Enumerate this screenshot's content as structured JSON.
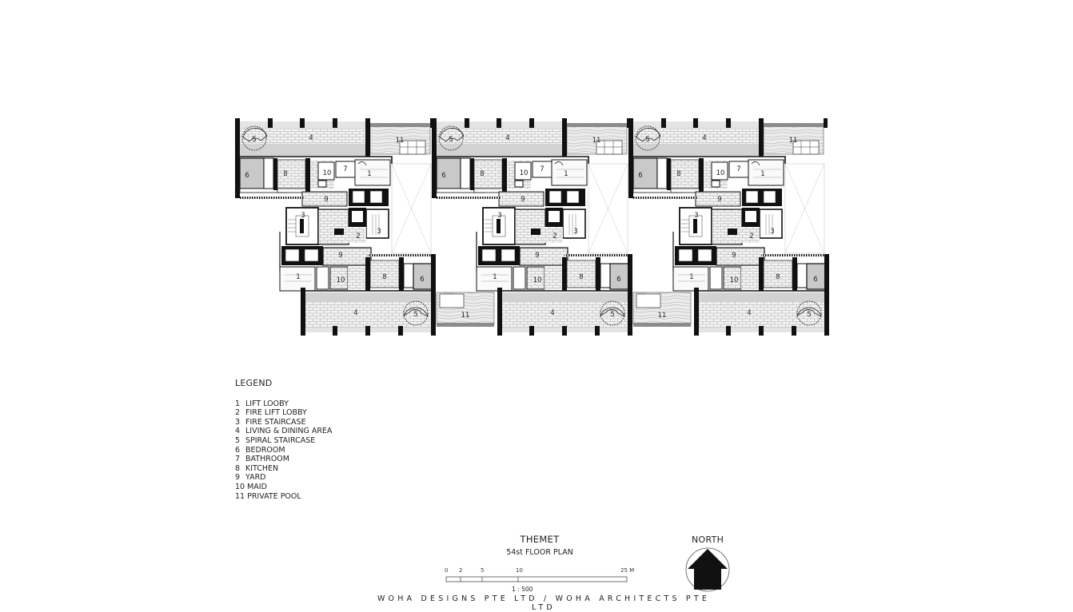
{
  "drawing": {
    "project_name": "THEMET",
    "sheet_title": "54st FLOOR PLAN",
    "scale_ratio": "1 : 500",
    "credit": "WOHA DESIGNS PTE LTD / WOHA ARCHITECTS PTE LTD"
  },
  "legend": {
    "title": "LEGEND",
    "items": [
      {
        "num": "1",
        "label": "LIFT LOOBY"
      },
      {
        "num": "2",
        "label": "FIRE LIFT LOBBY"
      },
      {
        "num": "3",
        "label": "FIRE STAIRCASE"
      },
      {
        "num": "4",
        "label": "LIVING & DINING AREA"
      },
      {
        "num": "5",
        "label": "SPIRAL STAIRCASE"
      },
      {
        "num": "6",
        "label": "BEDROOM"
      },
      {
        "num": "7",
        "label": "BATHROOM"
      },
      {
        "num": "8",
        "label": "KITCHEN"
      },
      {
        "num": "9",
        "label": "YARD"
      },
      {
        "num": "10",
        "label": "MAID"
      },
      {
        "num": "11",
        "label": "PRIVATE POOL"
      }
    ]
  },
  "scale_bar": {
    "ticks": [
      "0",
      "2",
      "5",
      "10",
      "25 M"
    ],
    "unit": "M"
  },
  "north_arrow": {
    "label": "NORTH",
    "icon": "north-arrow-icon"
  },
  "plan": {
    "modules": 3,
    "room_labels": {
      "living": "4",
      "spiral": "5",
      "bedroom": "6",
      "bath": "7",
      "kitchen": "8",
      "yard": "9",
      "maid": "10",
      "pool": "11",
      "lift": "1",
      "firelift": "2",
      "stair": "3"
    }
  },
  "colors": {
    "wall": "#111111",
    "tile_fill": "#f2f2f2",
    "grey_fill": "#c9c9c9",
    "pool_fill": "#e8e8e8",
    "line": "#444444"
  }
}
